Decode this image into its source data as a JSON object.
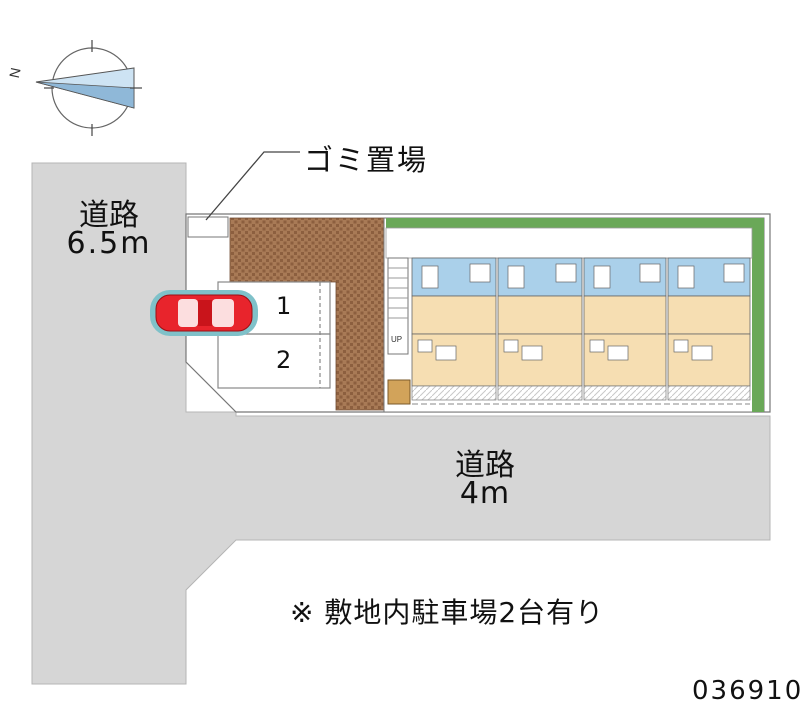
{
  "roads": {
    "west": {
      "name": "道路",
      "width": "6.5m"
    },
    "south": {
      "name": "道路",
      "width": "4m"
    }
  },
  "garbage": {
    "label": "ゴミ置場"
  },
  "parking": {
    "slots": [
      "1",
      "2"
    ]
  },
  "compass": {
    "north_label": "N"
  },
  "stairs": {
    "label": "UP"
  },
  "note": "※ 敷地内駐車場2台有り",
  "property_code": "036910",
  "colors": {
    "road": "#d6d6d6",
    "brick": "#a87a56",
    "unit_room": "#f6deb2",
    "bathroom": "#aad0ea",
    "hedge": "#5c9e4a",
    "car": "#e8242c",
    "car_shadow": "#7fc1c9"
  }
}
